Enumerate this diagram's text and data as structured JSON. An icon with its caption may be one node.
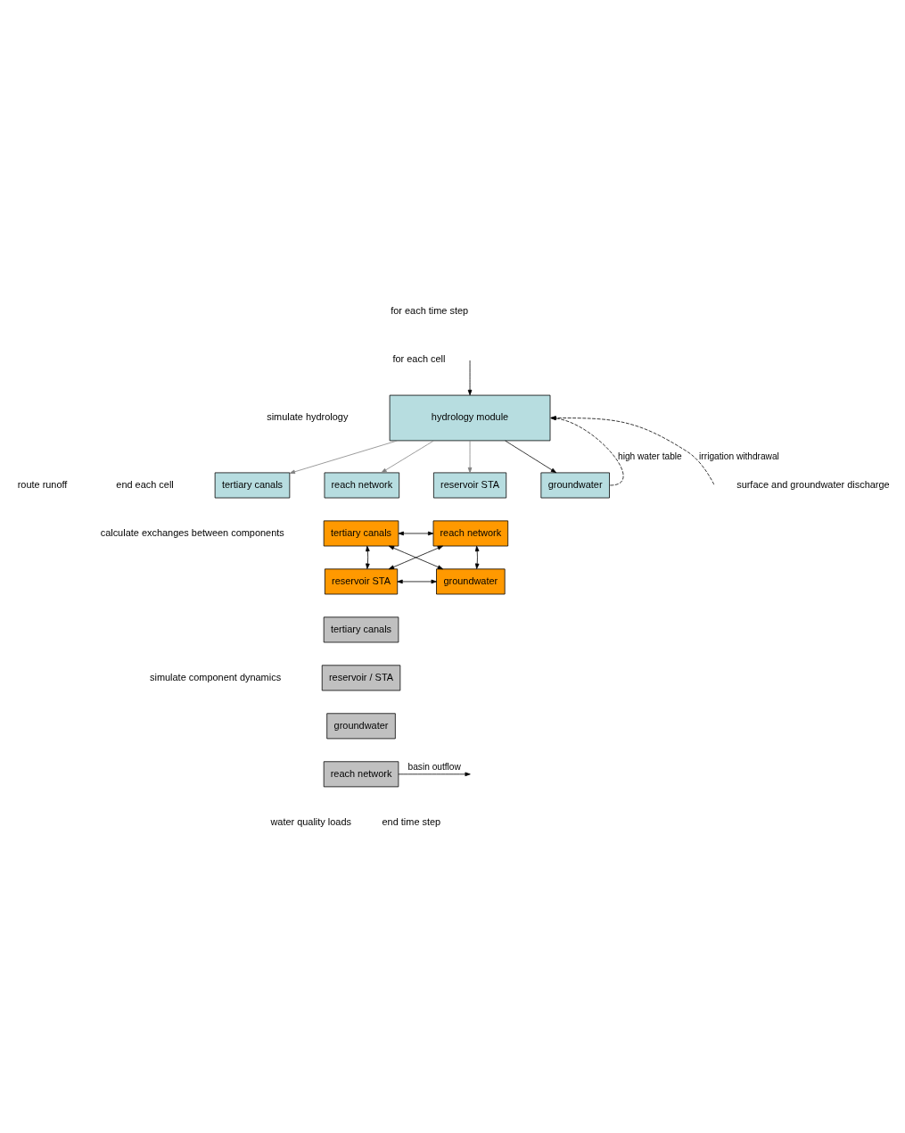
{
  "diagram": {
    "nodes": [
      {
        "text": [
          "hydrology module"
        ]
      },
      {
        "text": [
          "tertiary canals"
        ]
      },
      {
        "text": [
          "reach network"
        ]
      },
      {
        "text": [
          "reservoir STA"
        ]
      },
      {
        "text": [
          "groundwater"
        ]
      },
      {
        "text": [
          "tertiary canals"
        ]
      },
      {
        "text": [
          "reach network"
        ]
      },
      {
        "text": [
          "reservoir STA"
        ]
      },
      {
        "text": [
          "groundwater"
        ]
      },
      {
        "text": [
          "tertiary canals"
        ]
      },
      {
        "text": [
          "reservoir / STA"
        ]
      },
      {
        "text": [
          "groundwater"
        ]
      },
      {
        "text": [
          "reach network"
        ]
      }
    ],
    "edges": [
      {
        "from": null,
        "to": 0,
        "arrow": "to",
        "style": "dashed",
        "label": "irrigation withdrawal"
      },
      {
        "from": 0,
        "to": 1,
        "arrow": "to",
        "color": "#808080"
      },
      {
        "from": 0,
        "to": 2,
        "arrow": "to",
        "color": "#808080"
      },
      {
        "from": 0,
        "to": 3,
        "arrow": "to",
        "color": "#808080"
      },
      {
        "from": 0,
        "to": 4,
        "arrow": "to"
      },
      {
        "from": 4,
        "to": 0,
        "arrow": "to",
        "style": "dashed",
        "label": "high water table"
      },
      {
        "from": null,
        "to": 0,
        "arrow": "to"
      },
      {
        "from": 5,
        "to": 6,
        "arrow": "both"
      },
      {
        "from": 5,
        "to": 8,
        "arrow": "both"
      },
      {
        "from": 6,
        "to": 7,
        "arrow": "both"
      },
      {
        "from": 5,
        "to": 7,
        "arrow": "both"
      },
      {
        "from": 6,
        "to": 8,
        "arrow": "both"
      },
      {
        "from": 7,
        "to": 8,
        "arrow": "both"
      },
      {
        "from": 12,
        "to": null,
        "arrow": "to",
        "label": "basin outflow"
      }
    ],
    "labels": [
      "for each time step",
      "for each cell",
      "simulate hydrology",
      "surface and groundwater discharge",
      "route runoff",
      "end each cell",
      "calculate exchanges between components",
      "simulate component dynamics",
      "water quality loads",
      "end time step"
    ]
  }
}
